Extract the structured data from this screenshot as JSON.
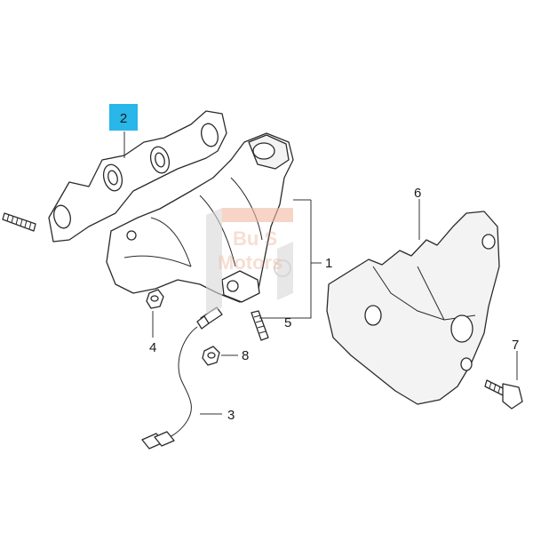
{
  "callouts": {
    "c1": "1",
    "c2": "2",
    "c3": "3",
    "c4": "4",
    "c5": "5",
    "c6": "6",
    "c7": "7",
    "c8": "8"
  },
  "watermark": {
    "line1": "Bu S",
    "line2": "Motors"
  },
  "colors": {
    "highlight": "#29b6e8",
    "watermark": "#e39a7a",
    "line": "#2a2a2a"
  }
}
